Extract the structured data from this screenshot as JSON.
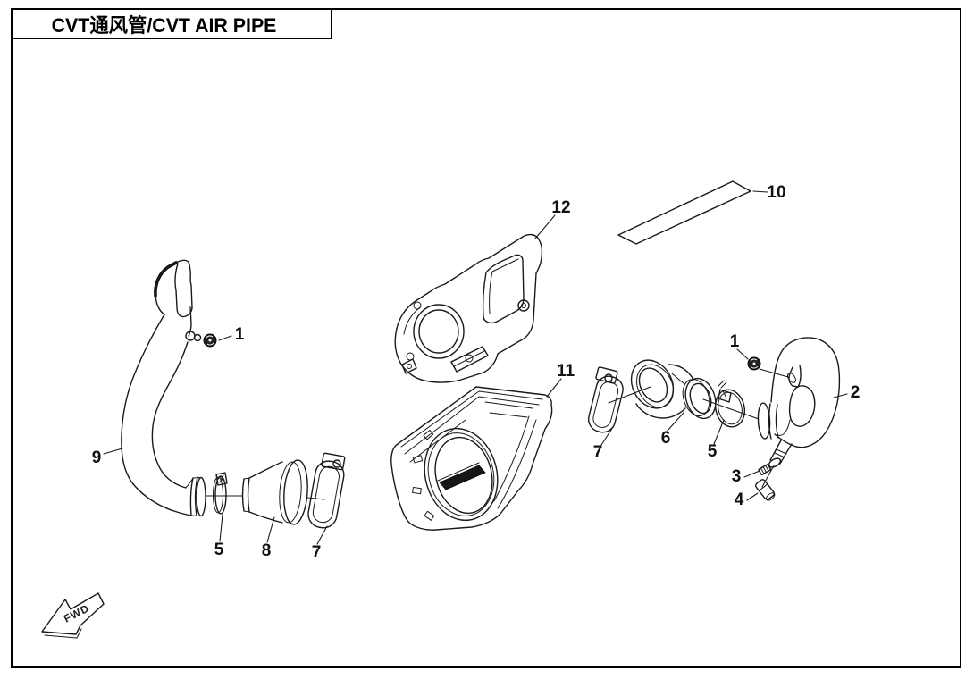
{
  "title": {
    "text": "CVT通风管/CVT AIR PIPE"
  },
  "fwd_marker": {
    "label": "FWD"
  },
  "colors": {
    "line": "#1a1a1a",
    "background": "#ffffff",
    "badge": "#161616"
  },
  "callouts": {
    "c1_left": "1",
    "c1_right": "1",
    "c2": "2",
    "c3": "3",
    "c4": "4",
    "c5_left": "5",
    "c5_right": "5",
    "c6": "6",
    "c7_left": "7",
    "c7_right": "7",
    "c8": "8",
    "c9": "9",
    "c10": "10",
    "c11": "11",
    "c12": "12"
  }
}
